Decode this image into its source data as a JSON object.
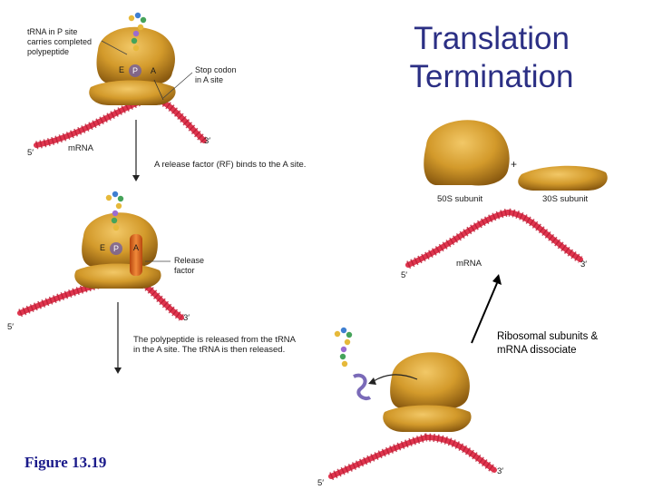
{
  "title": {
    "line1": "Translation",
    "line2": "Termination"
  },
  "figure_label": "Figure 13.19",
  "labels": {
    "trna_p_site": [
      "tRNA in P site",
      "carries completed",
      "polypeptide"
    ],
    "stop_codon": [
      "Stop codon",
      "in A site"
    ],
    "mrna": "mRNA",
    "five_prime": "5′",
    "three_prime": "3′",
    "site_e": "E",
    "site_p": "P",
    "site_a": "A",
    "release_factor": [
      "Release",
      "factor"
    ],
    "step1_caption": "A release factor (RF) binds to the A site.",
    "step2_caption": [
      "The polypeptide is released from the tRNA",
      "in the A site. The tRNA is then released."
    ],
    "subunit_50s": "50S subunit",
    "subunit_30s": "30S subunit",
    "plus": "+",
    "dissociate_note": [
      "Ribosomal subunits &",
      "mRNA dissociate"
    ]
  },
  "colors": {
    "ribosome": "#c98a1c",
    "ribosome_light": "#e8b44a",
    "mrna": "#e0364f",
    "release_factor": "#d9661a",
    "title": "#2b2f84",
    "figure_label": "#1a1a8a"
  }
}
